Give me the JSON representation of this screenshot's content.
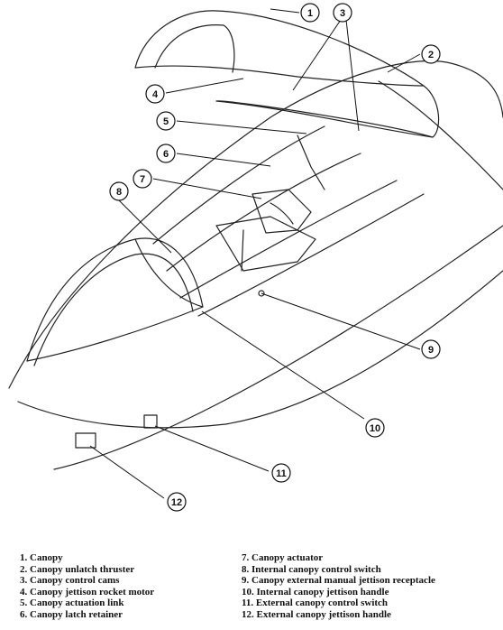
{
  "callouts": [
    "1",
    "2",
    "3",
    "4",
    "5",
    "6",
    "7",
    "8",
    "9",
    "10",
    "11",
    "12"
  ],
  "legend": {
    "left": [
      "1.  Canopy",
      "2.  Canopy unlatch thruster",
      "3.  Canopy control cams",
      "4.  Canopy jettison rocket motor",
      "5.  Canopy actuation link",
      "6.  Canopy latch retainer"
    ],
    "right": [
      "7.  Canopy actuator",
      "8.  Internal canopy control switch",
      "9.  Canopy external manual jettison receptacle",
      "10.  Internal canopy jettison handle",
      "11.  External canopy control switch",
      "12.  External canopy jettison handle"
    ]
  }
}
